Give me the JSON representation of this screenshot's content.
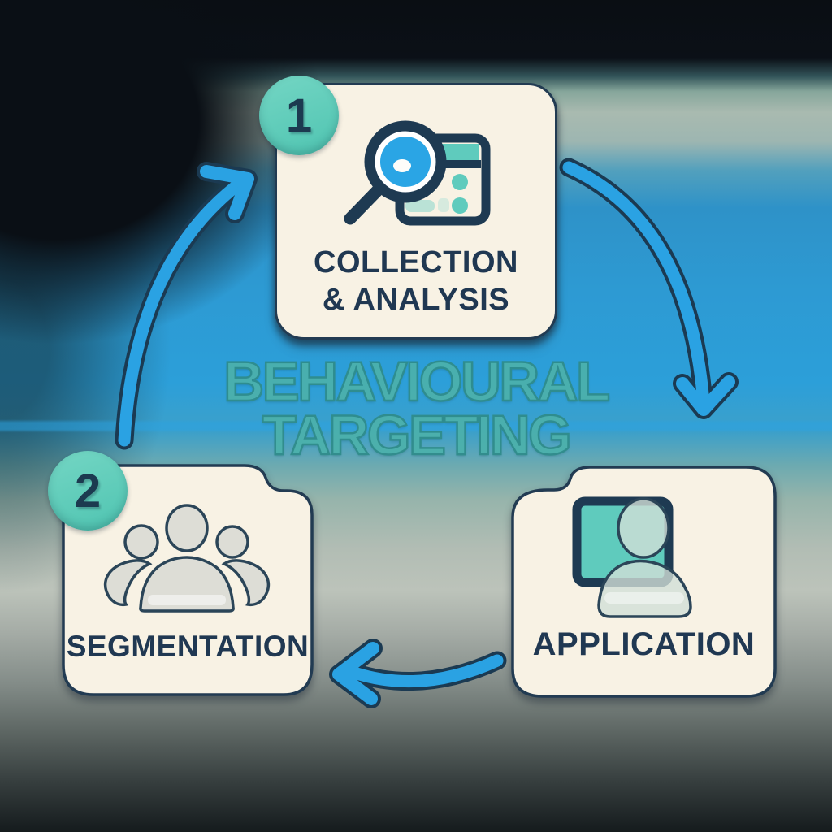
{
  "title": {
    "line1": "BEHAVIOURAL",
    "line2": "TARGETING"
  },
  "steps": [
    {
      "number": "1",
      "label_line1": "COLLECTION",
      "label_line2": "& ANALYSIS",
      "icon": "magnifier-analytics-icon"
    },
    {
      "number": "2",
      "label": "SEGMENTATION",
      "icon": "audience-group-icon"
    },
    {
      "label": "APPLICATION",
      "icon": "user-screen-icon"
    }
  ],
  "arrows": [
    {
      "name": "collection-to-application",
      "direction": "curves right, pointing down"
    },
    {
      "name": "application-to-segmentation",
      "direction": "curves along bottom, pointing left"
    },
    {
      "name": "segmentation-to-collection",
      "direction": "curves left, pointing up-right"
    }
  ],
  "colors": {
    "arrow_blue": "#2aa2e3",
    "arrow_outline": "#1b3a52",
    "badge_teal": "#5accbb",
    "card_bg": "#f8f2e4",
    "navy": "#1e3a52",
    "title_teal": "#4cb1ab",
    "icon_teal": "#5fcbbd",
    "lens_blue": "#2aa5e5"
  }
}
